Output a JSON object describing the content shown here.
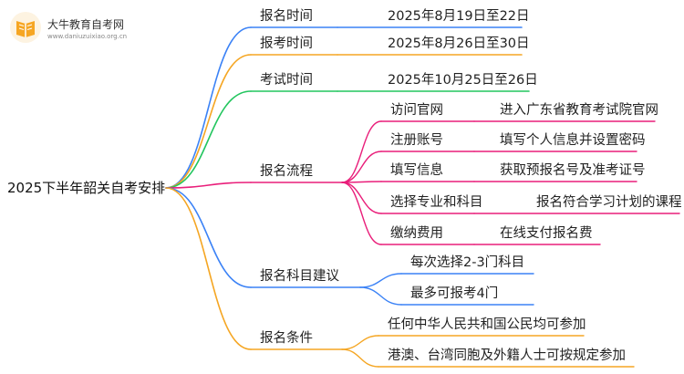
{
  "logo": {
    "title": "大牛教育自考网",
    "url": "www.daniuzuixiao.org.cn",
    "icon": "book-icon",
    "colors": [
      "#f6a623",
      "#f0c14b"
    ]
  },
  "diagram": {
    "root": "2025下半年韶关自考安排",
    "branches": [
      {
        "label": "报名时间",
        "color": "#3b82f6",
        "value": "2025年8月19日至22日"
      },
      {
        "label": "报考时间",
        "color": "#f5a623",
        "value": "2025年8月26日至30日"
      },
      {
        "label": "考试时间",
        "color": "#22c55e",
        "value": "2025年10月25日至26日"
      },
      {
        "label": "报名流程",
        "color": "#e91e7a",
        "items": [
          {
            "label": "访问官网",
            "value": "进入广东省教育考试院官网"
          },
          {
            "label": "注册账号",
            "value": "填写个人信息并设置密码"
          },
          {
            "label": "填写信息",
            "value": "获取预报名号及准考证号"
          },
          {
            "label": "选择专业和科目",
            "value": "报名符合学习计划的课程"
          },
          {
            "label": "缴纳费用",
            "value": "在线支付报名费"
          }
        ]
      },
      {
        "label": "报名科目建议",
        "color": "#3b82f6",
        "items": [
          {
            "label": "每次选择2-3门科目"
          },
          {
            "label": "最多可报考4门"
          }
        ]
      },
      {
        "label": "报名条件",
        "color": "#f5a623",
        "items": [
          {
            "label": "任何中华人民共和国公民均可参加"
          },
          {
            "label": "港澳、台湾同胞及外籍人士可按规定参加"
          }
        ]
      }
    ]
  }
}
